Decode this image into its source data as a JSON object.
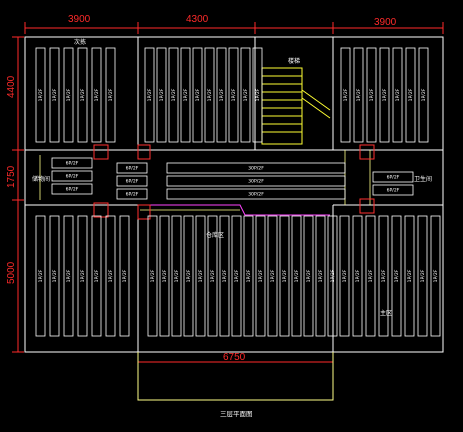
{
  "title": "三层平面图",
  "dimensions": {
    "top_left": "3900",
    "top_mid": "4300",
    "top_right": "3900",
    "left_top": "4400",
    "left_mid": "1750",
    "left_bottom": "5000",
    "bottom": "6750"
  },
  "rooms": {
    "top_left": "次拣",
    "stairs": "楼梯",
    "middle_left": "储物间",
    "middle_right": "卫生间",
    "main": "仓库区",
    "bottom_right": "主区"
  },
  "racks": {
    "top_left": [
      "1P/2F",
      "1P/2F",
      "1P/2F",
      "1P/2F",
      "1P/2F",
      "1P/2F"
    ],
    "top_mid": [
      "1P/2F",
      "1P/2F",
      "1P/2F",
      "1P/2F",
      "1P/2F",
      "1P/2F",
      "1P/2F",
      "1P/2F",
      "1P/2F",
      "1P/2F"
    ],
    "top_right": [
      "1P/2F",
      "1P/2F",
      "1P/2F",
      "1P/2F",
      "1P/2F",
      "1P/2F",
      "1P/2F"
    ],
    "bottom_left": [
      "1P/2F",
      "1P/2F",
      "1P/2F",
      "1P/2F",
      "1P/2F",
      "1P/2F",
      "1P/2F"
    ],
    "bottom_mid": [
      "1P/2F",
      "1P/2F",
      "1P/2F",
      "1P/2F",
      "1P/2F",
      "1P/2F",
      "1P/2F",
      "1P/2F",
      "1P/2F",
      "1P/2F",
      "1P/2F",
      "1P/2F",
      "1P/2F",
      "1P/2F",
      "1P/2F",
      "1P/2F"
    ],
    "bottom_right": [
      "1P/2F",
      "1P/2F",
      "1P/2F",
      "1P/2F",
      "1P/2F",
      "1P/2F",
      "1P/2F",
      "1P/2F"
    ],
    "mid_left": [
      "6P/2F",
      "6P/2F",
      "6P/2F"
    ],
    "mid_small": [
      "6P/2F",
      "6P/2F",
      "6P/2F"
    ],
    "mid_long": [
      "30P/2F",
      "30P/2F",
      "30P/2F"
    ],
    "mid_right": [
      "6P/2F",
      "6P/2F"
    ]
  },
  "colors": {
    "background": "#000000",
    "dimension": "#ff2a2a",
    "wall": "#ffffff",
    "stairs": "#ffff33",
    "corridor": "#ffff88",
    "door": "#ff3030",
    "magenta_line": "#ff44ff"
  }
}
